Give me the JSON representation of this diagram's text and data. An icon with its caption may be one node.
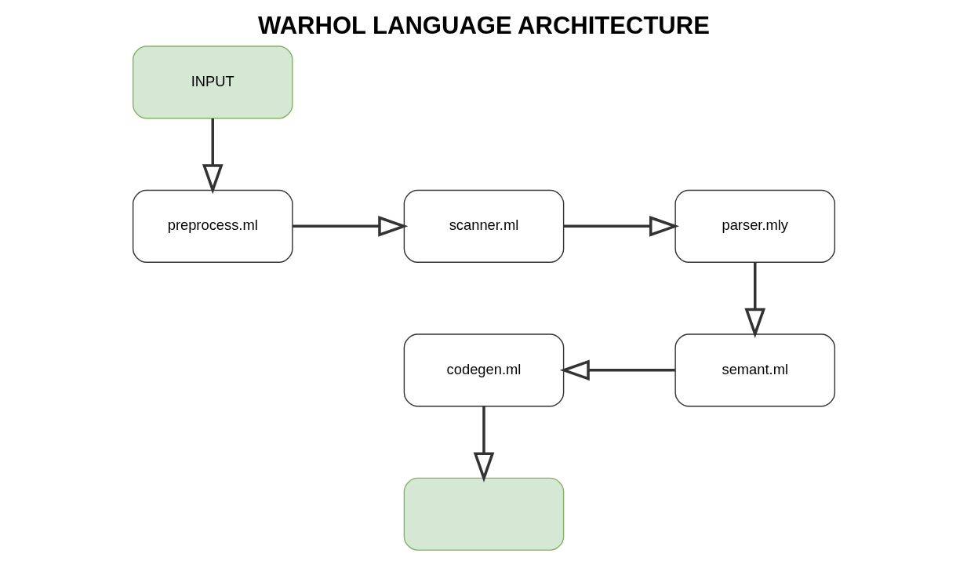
{
  "diagram": {
    "title": "WARHOL LANGUAGE ARCHITECTURE",
    "nodes": [
      {
        "text": [
          "INPUT"
        ]
      },
      {
        "text": [
          "preprocess.ml"
        ]
      },
      {
        "text": [
          "scanner.ml"
        ]
      },
      {
        "text": [
          "parser.mly"
        ]
      },
      {
        "text": [
          "semant.ml"
        ]
      },
      {
        "text": [
          "codegen.ml"
        ]
      },
      {
        "text": [],
        "shape": "box"
      }
    ],
    "edges": [
      {
        "from": 0,
        "to": 1,
        "arrow": "to"
      },
      {
        "from": 1,
        "to": 2,
        "arrow": "to"
      },
      {
        "from": 2,
        "to": 3,
        "arrow": "to"
      },
      {
        "from": 3,
        "to": 4,
        "arrow": "to"
      },
      {
        "from": 4,
        "to": 5,
        "arrow": "to"
      },
      {
        "from": 5,
        "to": 6,
        "arrow": "to"
      }
    ]
  }
}
